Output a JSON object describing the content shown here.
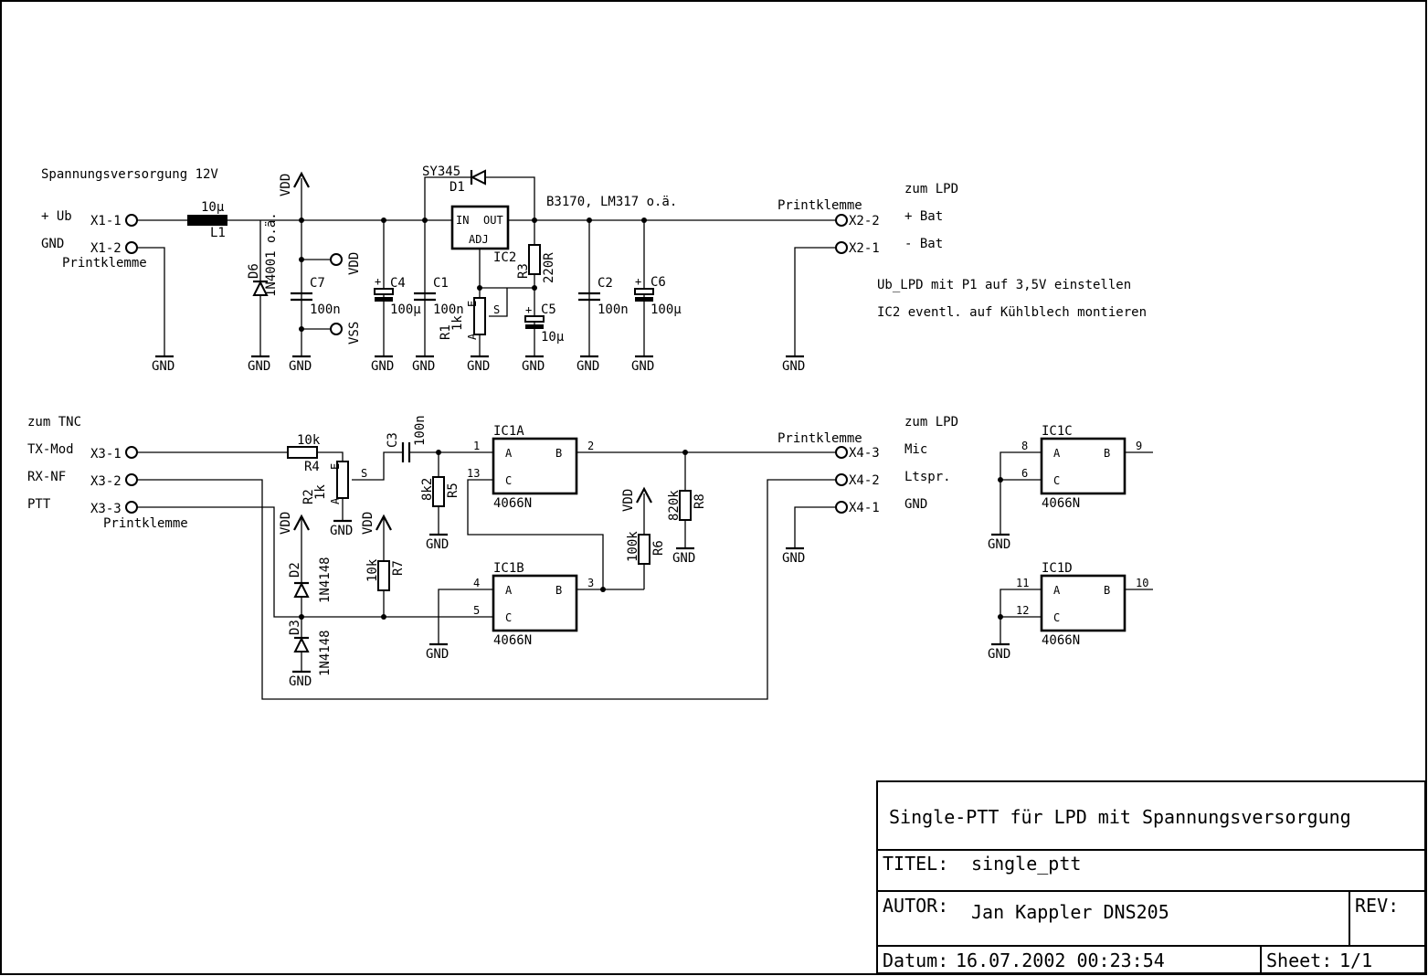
{
  "sections": {
    "supply_title": "Spannungsversorgung 12V",
    "to_lpd": "zum LPD",
    "to_tnc": "zum TNC",
    "to_lpd2": "zum LPD"
  },
  "supply": {
    "plus_ub": "+ Ub",
    "gnd": "GND",
    "x1_1": "X1-1",
    "x1_2": "X1-2",
    "printklemme": "Printklemme",
    "l1_value": "10µ",
    "l1_name": "L1",
    "d6_name": "D6",
    "d6_value": "1N4001 o.ä.",
    "vdd": "VDD",
    "vss": "VSS",
    "c7_name": "C7",
    "c7_value": "100n",
    "c4_name": "C4",
    "c4_value": "100µ",
    "c1_name": "C1",
    "c1_value": "100n",
    "d1_value": "SY345",
    "d1_name": "D1",
    "reg_in": "IN",
    "reg_out": "OUT",
    "reg_adj": "ADJ",
    "reg_name": "IC2",
    "reg_type": "B3170, LM317 o.ä.",
    "r3_name": "R3",
    "r3_value": "220R",
    "r1_name": "R1",
    "r1_value": "1k",
    "pot_e": "E",
    "pot_a": "A",
    "pot_s": "S",
    "c5_name": "C5",
    "c5_value": "10µ",
    "c2_name": "C2",
    "c2_value": "100n",
    "c6_name": "C6",
    "c6_value": "100µ",
    "printklemme2": "Printklemme",
    "x2_2": "X2-2",
    "x2_1": "X2-1",
    "plus_bat": "+ Bat",
    "minus_bat": "- Bat",
    "note1": "Ub_LPD mit P1 auf 3,5V einstellen",
    "note2": "IC2 eventl. auf Kühlblech montieren"
  },
  "ptt": {
    "tx_mod": "TX-Mod",
    "rx_nf": "RX-NF",
    "ptt": "PTT",
    "x3_1": "X3-1",
    "x3_2": "X3-2",
    "x3_3": "X3-3",
    "printklemme": "Printklemme",
    "r4_value": "10k",
    "r4_name": "R4",
    "r2_name": "R2",
    "r2_value": "1k",
    "c3_name": "C3",
    "c3_value": "100n",
    "r5_value": "8k2",
    "r5_name": "R5",
    "ic1a": "IC1A",
    "ic1b": "IC1B",
    "ic1c": "IC1C",
    "ic1d": "IC1D",
    "ic_type": "4066N",
    "pin_a": "A",
    "pin_b": "B",
    "pin_c": "C",
    "p1": "1",
    "p2": "2",
    "p13": "13",
    "p3": "3",
    "p4": "4",
    "p5": "5",
    "p8": "8",
    "p6": "6",
    "p9": "9",
    "p11": "11",
    "p12": "12",
    "p10": "10",
    "r6_value": "100k",
    "r6_name": "R6",
    "r8_value": "820k",
    "r8_name": "R8",
    "r7_value": "10k",
    "r7_name": "R7",
    "d2_name": "D2",
    "d2_value": "1N4148",
    "d3_name": "D3",
    "d3_value": "1N4148",
    "printklemme2": "Printklemme",
    "x4_3": "X4-3",
    "x4_2": "X4-2",
    "x4_1": "X4-1",
    "mic": "Mic",
    "ltspr": "Ltspr.",
    "gnd": "GND"
  },
  "title_block": {
    "title": "Single-PTT für LPD mit Spannungsversorgung",
    "titel_label": "TITEL:",
    "titel_value": "single_ptt",
    "autor_label": "AUTOR:",
    "autor_value": "Jan Kappler DNS205",
    "rev_label": "REV:",
    "datum_label": "Datum:",
    "datum_value": "16.07.2002 00:23:54",
    "sheet_label": "Sheet:",
    "sheet_value": "1/1"
  }
}
